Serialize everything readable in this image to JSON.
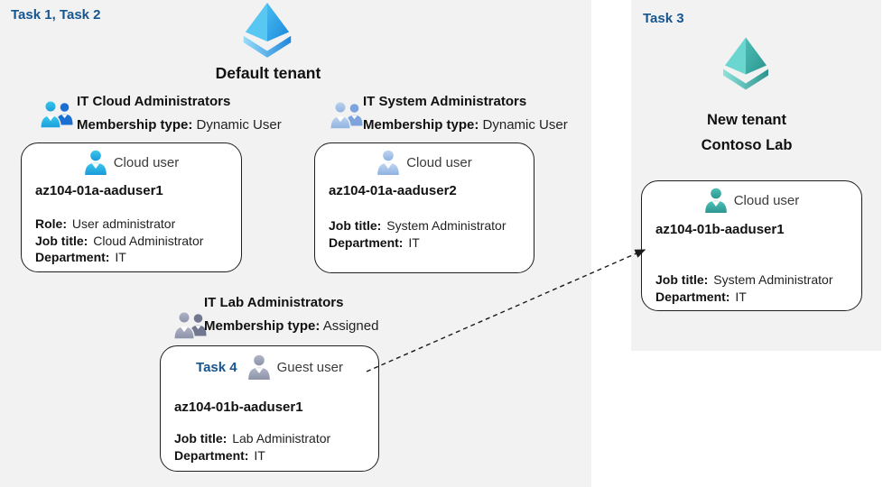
{
  "colors": {
    "task_label_blue": "#17558F",
    "panel_background": "#F2F2F2",
    "card_background": "#FFFFFF",
    "card_border": "#1F1F1F",
    "tenant_icon_blue_light": "#58C7F2",
    "tenant_icon_blue_dark": "#1E86DC",
    "tenant_icon_teal_light": "#6BD6CF",
    "tenant_icon_teal_dark": "#2B948D",
    "cloud_user_cyan": "#2DB7E6",
    "cloud_user_periwinkle": "#9FBEE5",
    "guest_user_gray": "#9AA0B4",
    "cloud_user_teal": "#2FA8A2"
  },
  "left_panel": {
    "task_label": "Task 1, Task 2",
    "tenant_icon": "azure-ad-tenant-icon",
    "tenant_name": "Default tenant"
  },
  "right_panel": {
    "task_label": "Task 3",
    "tenant_icon": "azure-ad-tenant-icon",
    "tenant_name_line1": "New tenant",
    "tenant_name_line2": "Contoso Lab"
  },
  "groups": [
    {
      "icon": "group-users-icon",
      "title": "IT Cloud Administrators",
      "membership_label": "Membership type:",
      "membership_value": "Dynamic User"
    },
    {
      "icon": "group-users-icon",
      "title": "IT System Administrators",
      "membership_label": "Membership type:",
      "membership_value": "Dynamic User"
    },
    {
      "icon": "group-users-icon",
      "title": "IT Lab Administrators",
      "membership_label": "Membership type:",
      "membership_value": "Assigned"
    }
  ],
  "cards": [
    {
      "icon": "cloud-user-icon",
      "user_type": "Cloud user",
      "name": "az104-01a-aaduser1",
      "fields": [
        {
          "label": "Role:",
          "value": "User administrator"
        },
        {
          "label": "Job title:",
          "value": "Cloud Administrator"
        },
        {
          "label": "Department:",
          "value": "IT"
        }
      ]
    },
    {
      "icon": "cloud-user-icon",
      "user_type": "Cloud user",
      "name": "az104-01a-aaduser2",
      "fields": [
        {
          "label": "Job title:",
          "value": "System Administrator"
        },
        {
          "label": "Department:",
          "value": "IT"
        }
      ]
    },
    {
      "task_label": "Task 4",
      "icon": "guest-user-icon",
      "user_type": "Guest user",
      "name": "az104-01b-aaduser1",
      "fields": [
        {
          "label": "Job title:",
          "value": "Lab Administrator"
        },
        {
          "label": "Department:",
          "value": "IT"
        }
      ]
    },
    {
      "icon": "cloud-user-icon",
      "user_type": "Cloud user",
      "name": "az104-01b-aaduser1",
      "fields": [
        {
          "label": "Job title:",
          "value": "System Administrator"
        },
        {
          "label": "Department:",
          "value": "IT"
        }
      ]
    }
  ],
  "arrow": {
    "from": "guest-user-card",
    "to": "new-tenant-cloud-user-card",
    "style": "dashed"
  }
}
